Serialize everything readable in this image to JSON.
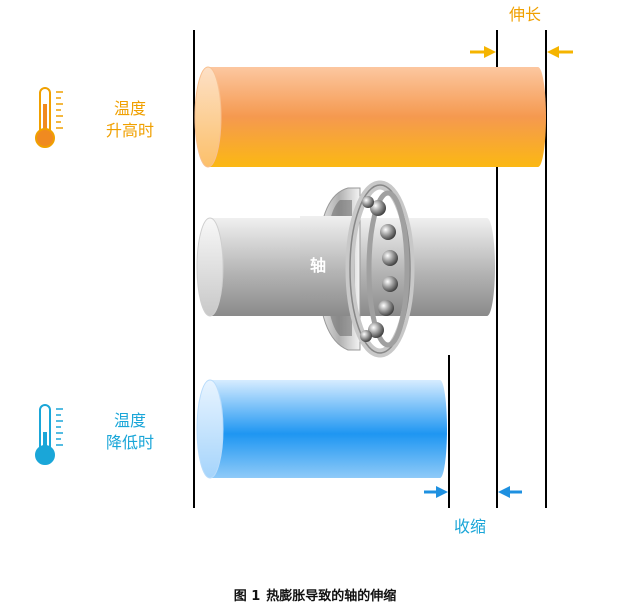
{
  "labels": {
    "hot_line1": "温度",
    "hot_line2": "升高时",
    "cold_line1": "温度",
    "cold_line2": "降低时",
    "shaft": "轴",
    "expand": "伸长",
    "shrink": "收缩"
  },
  "caption": {
    "number": "图 1",
    "text": "热膨胀导致的轴的伸缩"
  },
  "colors": {
    "hot_top": "#fcc49a",
    "hot_mid": "#f59a52",
    "hot_bottom": "#fbb515",
    "hot_label": "#f0a000",
    "shaft_light": "#f2f2f2",
    "shaft_dark": "#8a8a8a",
    "cold_top": "#cfe8ff",
    "cold_mid": "#1a96f0",
    "cold_label": "#1aa6d8",
    "arrow_blue": "#1e90e0"
  }
}
